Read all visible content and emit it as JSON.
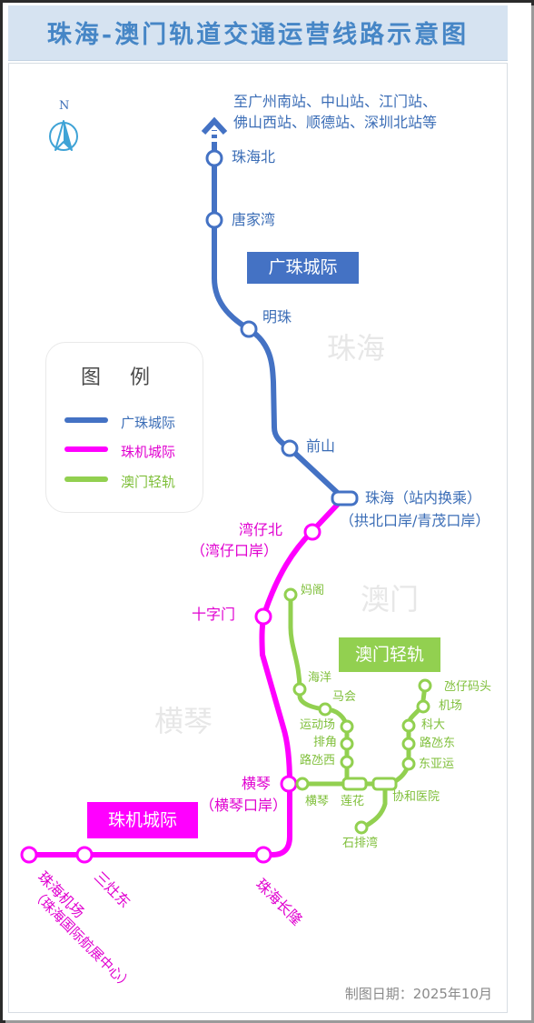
{
  "title": "珠海-澳门轨道交通运营线路示意图",
  "compass": {
    "label": "N"
  },
  "regions": {
    "zhuhai": "珠海",
    "macau": "澳门",
    "hengqin": "横琴"
  },
  "lines": {
    "gz": {
      "name": "广珠城际",
      "color": "#4472c4"
    },
    "zj": {
      "name": "珠机城际",
      "color": "#ff00ff"
    },
    "mc": {
      "name": "澳门轻轨",
      "color": "#92d050"
    }
  },
  "legend": {
    "title": "图例",
    "items": [
      "广珠城际",
      "珠机城际",
      "澳门轻轨"
    ]
  },
  "destination_note": {
    "line1": "至广州南站、中山站、江门站、",
    "line2": "佛山西站、顺德站、深圳北站等"
  },
  "stations": {
    "gz": [
      "珠海北",
      "唐家湾",
      "明珠",
      "前山"
    ],
    "interchange": {
      "name": "珠海（站内换乘）",
      "sub": "（拱北口岸/青茂口岸）"
    },
    "zj": {
      "wanzaibei": "湾仔北",
      "wanzaibei_sub": "（湾仔口岸）",
      "shizimen": "十字门",
      "hengqin": "横琴",
      "hengqin_sub": "（横琴口岸）",
      "changlong": "珠海长隆",
      "sanzaodong": "三灶东",
      "airport": "珠海机场",
      "airport_sub": "（珠海国际航展中心）"
    },
    "mc": {
      "mage": "妈阁",
      "haiyang": "海洋",
      "mahui": "马会",
      "yundongchang": "运动场",
      "paijiao": "排角",
      "luhuanxi": "路氹西",
      "hengqin": "横琴",
      "lianhua": "莲花",
      "shipaiwan": "石排湾",
      "xiehe": "协和医院",
      "dongyayun": "东亚运",
      "luhuandong": "路氹东",
      "keda": "科大",
      "jichang": "机场",
      "wanzai": "氹仔码头"
    }
  },
  "date": "制图日期：2025年10月"
}
